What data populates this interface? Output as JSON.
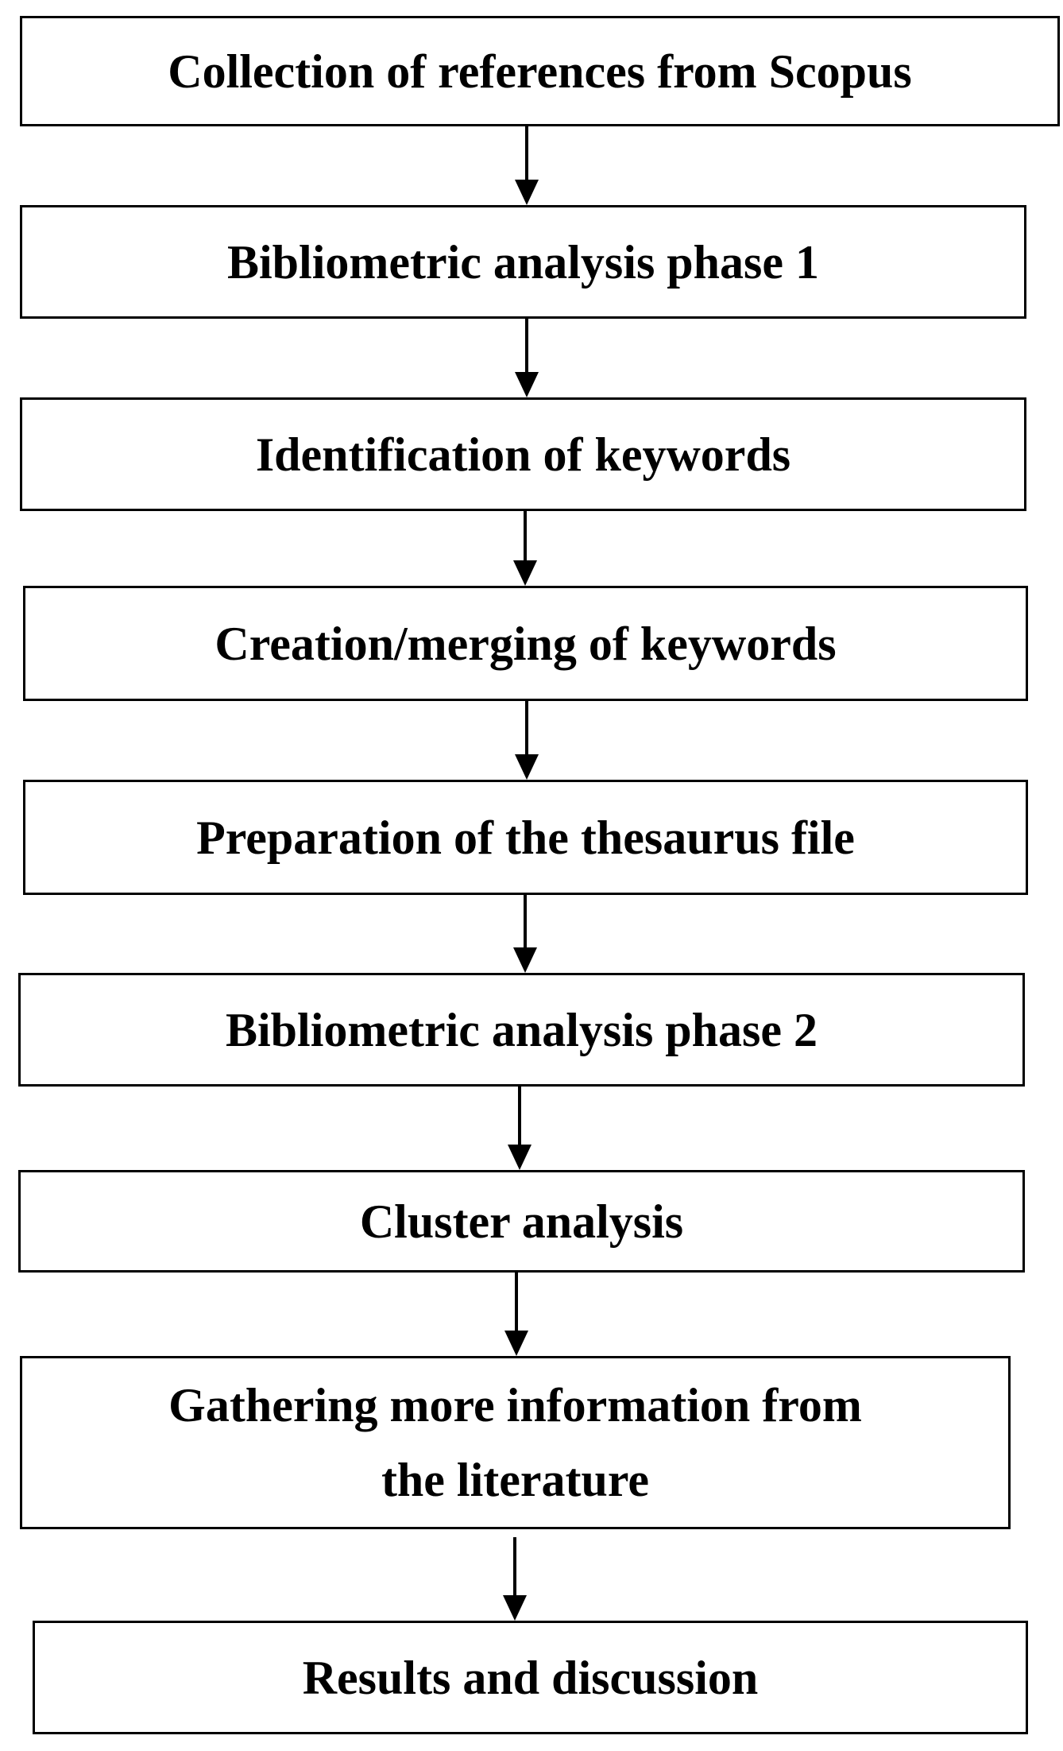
{
  "flowchart": {
    "steps": [
      {
        "label": "Collection of references from Scopus"
      },
      {
        "label": "Bibliometric analysis phase 1"
      },
      {
        "label": "Identification of keywords"
      },
      {
        "label": "Creation/merging of keywords"
      },
      {
        "label": "Preparation of the thesaurus file"
      },
      {
        "label": "Bibliometric analysis phase 2"
      },
      {
        "label": "Cluster analysis"
      },
      {
        "label": "Gathering more information from\nthe literature"
      },
      {
        "label": "Results and discussion"
      }
    ]
  }
}
